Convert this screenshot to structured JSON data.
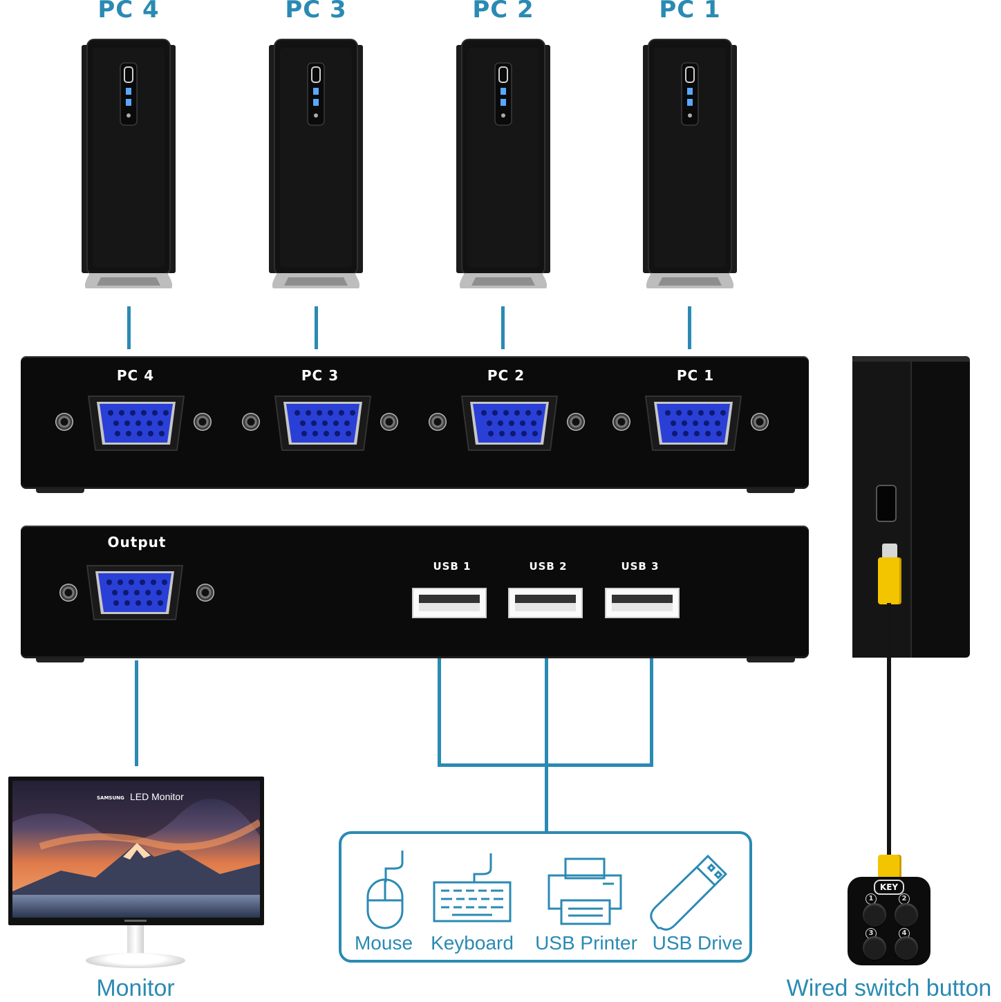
{
  "computers": [
    {
      "label": "PC 4"
    },
    {
      "label": "PC 3"
    },
    {
      "label": "PC 2"
    },
    {
      "label": "PC 1"
    }
  ],
  "switch_front": {
    "ports": [
      "PC 4",
      "PC 3",
      "PC 2",
      "PC 1"
    ]
  },
  "switch_back": {
    "output_label": "Output",
    "usb_ports": [
      "USB 1",
      "USB 2",
      "USB 3"
    ]
  },
  "monitor": {
    "brand": "SAMSUNG",
    "screen_text": "LED Monitor",
    "label": "Monitor"
  },
  "peripherals": [
    {
      "label": "Mouse",
      "icon": "mouse-icon"
    },
    {
      "label": "Keyboard",
      "icon": "keyboard-icon"
    },
    {
      "label": "USB Printer",
      "icon": "printer-icon"
    },
    {
      "label": "USB Drive",
      "icon": "usb-drive-icon"
    }
  ],
  "wired_switch": {
    "key_label": "KEY",
    "buttons": [
      "1",
      "2",
      "3",
      "4"
    ],
    "label": "Wired switch button"
  },
  "colors": {
    "accent": "#2a8ab3",
    "vga_blue": "#2a3fd6",
    "device_black": "#0b0b0b",
    "cable_yellow": "#f2c500"
  }
}
